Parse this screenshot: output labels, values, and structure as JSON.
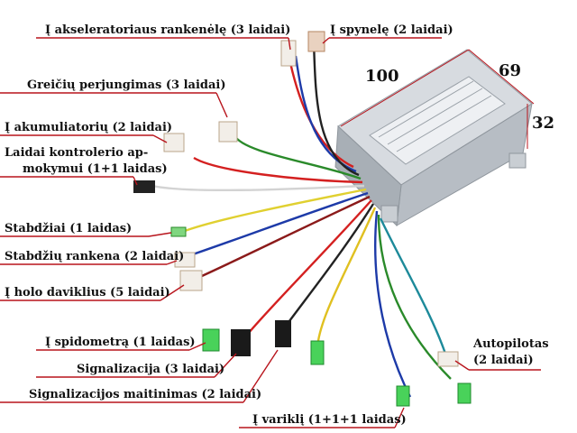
{
  "labels": {
    "accelerator": "Į akseleratoriaus rankenėlę (3 laidai)",
    "lock": "Į spynelę (2 laidai)",
    "gear": "Greičių perjungimas (3 laidai)",
    "battery": "Į akumuliatorių (2 laidai)",
    "learning_1": "Laidai kontrolerio ap-",
    "learning_2": "mokymui (1+1 laidas)",
    "brakes": "Stabdžiai (1 laidas)",
    "brake_handle": "Stabdžių rankena (2 laidai)",
    "hall": "Į holo daviklius (5 laidai)",
    "speedometer": "Į spidometrą (1 laidas)",
    "signal": "Signalizacija (3 laidai)",
    "signal_power": "Signalizacijos maitinimas (2 laidai)",
    "motor": "Į variklį (1+1+1 laidas)",
    "autopilot_1": "Autopilotas",
    "autopilot_2": "(2 laidai)"
  },
  "dimensions": {
    "length": "100",
    "width": "69",
    "height": "32"
  },
  "colors": {
    "leader_line": "#b8141c",
    "housing": "#c7ccd2",
    "housing_dark": "#9aa1a8",
    "label_plate": "#eef0f3"
  }
}
